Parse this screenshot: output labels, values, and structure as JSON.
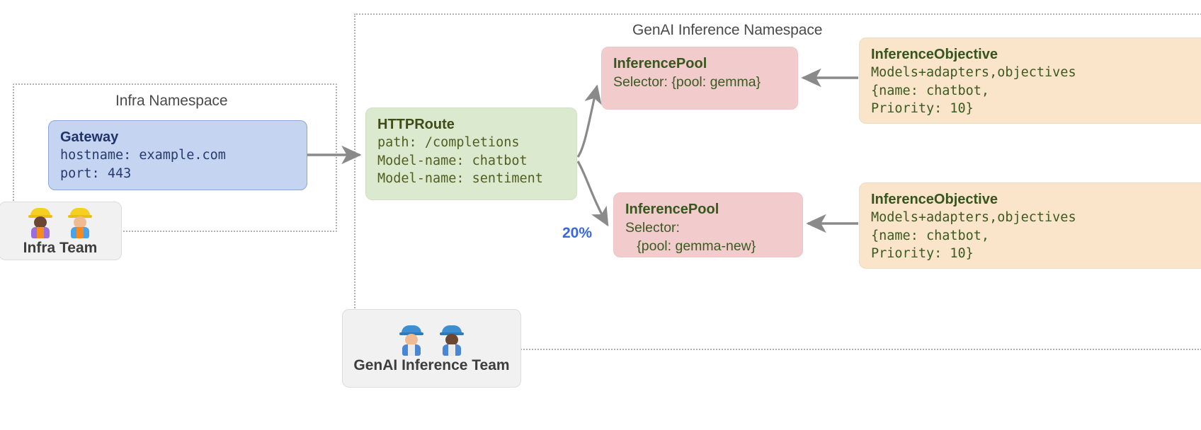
{
  "namespaces": [
    {
      "id": "infra",
      "title": "Infra Namespace"
    },
    {
      "id": "genai",
      "title": "GenAI Inference Namespace"
    }
  ],
  "gateway": {
    "title": "Gateway",
    "lines": [
      "hostname: example.com",
      "port: 443"
    ]
  },
  "httproute": {
    "title": "HTTPRoute",
    "lines": [
      "path: /completions",
      "Model-name: chatbot",
      "Model-name: sentiment"
    ]
  },
  "pools": [
    {
      "title": "InferencePool",
      "lines": [
        "Selector: {pool: gemma}"
      ]
    },
    {
      "title": "InferencePool",
      "lines": [
        "Selector:",
        "   {pool: gemma-new}"
      ]
    }
  ],
  "objectives": [
    {
      "title": "InferenceObjective",
      "lines": [
        "Models+adapters,objectives",
        "{name: chatbot,",
        "Priority: 10}"
      ]
    },
    {
      "title": "InferenceObjective",
      "lines": [
        "Models+adapters,objectives",
        "{name: chatbot,",
        "Priority: 10}"
      ]
    }
  ],
  "teams": [
    {
      "id": "infra-team",
      "label": "Infra Team",
      "icons": [
        "construction-worker-icon",
        "construction-worker-icon"
      ]
    },
    {
      "id": "genai-team",
      "label": "GenAI Inference Team",
      "icons": [
        "factory-worker-icon",
        "factory-worker-icon"
      ]
    }
  ],
  "traffic": {
    "split_label": "20%"
  },
  "colors": {
    "gateway_fill": "#c5d4f0",
    "httproute_fill": "#dbeacf",
    "pool_fill": "#f2cccc",
    "objective_fill": "#fae4ca",
    "team_fill": "#f1f1f1",
    "arrow": "#8a8a8a",
    "weight_text": "#3868e0",
    "namespace_border": "#b0b0b0"
  }
}
